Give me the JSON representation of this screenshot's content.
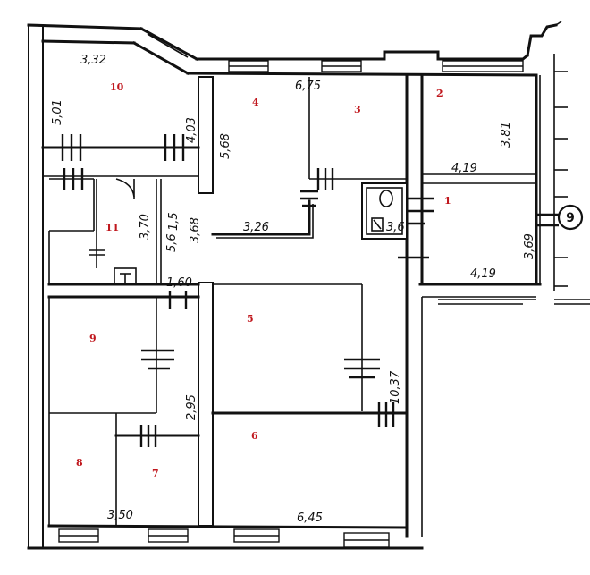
{
  "rooms": [
    "1",
    "2",
    "3",
    "4",
    "5",
    "6",
    "7",
    "8",
    "9",
    "10",
    "11"
  ],
  "dimensions": {
    "room10_top": "3,32",
    "room10_side": "5,01",
    "room10_right": "4,03",
    "room4_height": "5,68",
    "room4_top": "6,75",
    "room4_bottom": "3,26",
    "room2_right": "3,81",
    "room2_bottom": "4,19",
    "room1_bottom": "4,19",
    "room1_right": "3,69",
    "wc_a": "3,6",
    "hall_a": "3,70",
    "hall_b": "1,5",
    "hall_c": "5,6",
    "hall_d": "3,68",
    "corridor": "1,60",
    "room5_side": "10,37",
    "room7_side": "2,95",
    "room8_bottom": "3,50",
    "room6_bottom": "6,45"
  },
  "axis_marker": "9"
}
